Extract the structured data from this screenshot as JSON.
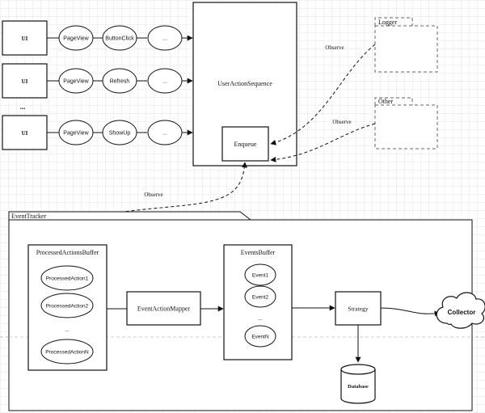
{
  "ui_rows": [
    {
      "ui": "UI",
      "actions": [
        "PageView",
        "ButtonClick",
        "..."
      ]
    },
    {
      "ui": "UI",
      "actions": [
        "PageView",
        "Refresh",
        "..."
      ]
    },
    {
      "ui": "UI",
      "actions": [
        "PageView",
        "ShowUp",
        "..."
      ]
    }
  ],
  "ui_ellipsis": "...",
  "user_action_sequence": {
    "label": "UserActionSequence",
    "enqueue": "Enqueue"
  },
  "observers": [
    {
      "label": "Logger",
      "edge_label": "Observe"
    },
    {
      "label": "Other",
      "edge_label": "Observe"
    }
  ],
  "observe_label": "Observe",
  "event_tracker": {
    "label": "EventTracker",
    "processed_buffer": {
      "title": "ProcessedActionsBuffer",
      "items": [
        "ProcessedAction1",
        "ProcessedAction2",
        "...",
        "ProcessedActionN"
      ]
    },
    "mapper": "EventActionMapper",
    "events_buffer": {
      "title": "EventsBuffer",
      "items": [
        "Event1",
        "Event2",
        "...",
        "EventN"
      ]
    },
    "strategy": "Strategy",
    "database": "Database"
  },
  "collector": "Collector",
  "colors": {
    "stroke": "#111111",
    "fill": "#ffffff",
    "observer_stroke": "#666666"
  }
}
